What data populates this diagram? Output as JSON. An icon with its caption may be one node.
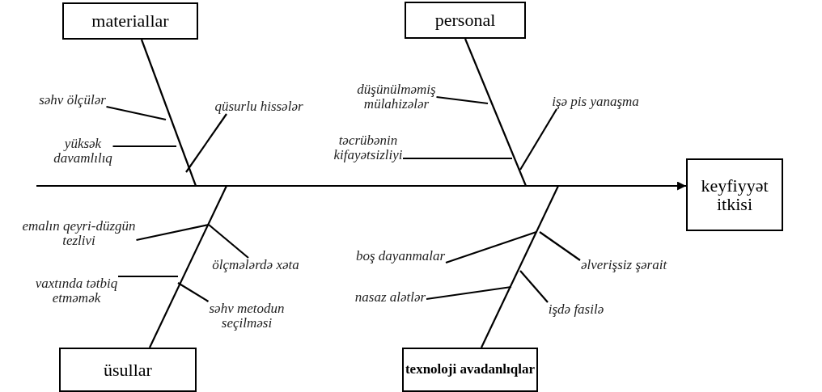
{
  "diagram": {
    "nodes": [
      {
        "text": [
          "materiallar"
        ]
      },
      {
        "text": [
          "personal"
        ]
      },
      {
        "text": [
          "keyfiyyət itkisi"
        ]
      },
      {
        "text": [
          "üsullar"
        ]
      },
      {
        "text": [
          "texnoloji avadanlıqlar"
        ]
      },
      {
        "text": [
          "səhv ölçülər"
        ]
      },
      {
        "text": [
          "yüksək davamlılıq"
        ]
      },
      {
        "text": [
          "qüsurlu hissələr"
        ]
      },
      {
        "text": [
          "düşünülməmiş mülahizələr"
        ]
      },
      {
        "text": [
          "təcrübənin kifayətsizliyi"
        ]
      },
      {
        "text": [
          "işə pis yanaşma"
        ]
      },
      {
        "text": [
          "emalın qeyri-düzgün tezlivi"
        ]
      },
      {
        "text": [
          "ölçmələrdə xəta"
        ]
      },
      {
        "text": [
          "vaxtında tətbiq etməmək"
        ]
      },
      {
        "text": [
          "səhv metodun seçilməsi"
        ]
      },
      {
        "text": [
          "boş dayanmalar"
        ]
      },
      {
        "text": [
          "əlverişsiz şərait"
        ]
      },
      {
        "text": [
          "nasaz alətlər"
        ]
      },
      {
        "text": [
          "işdə fasilə"
        ]
      }
    ],
    "edges": [
      {
        "from": null,
        "to": 2,
        "arrow": "to"
      },
      {
        "from": 0,
        "to": null,
        "arrow": "none"
      },
      {
        "from": 1,
        "to": null,
        "arrow": "none"
      },
      {
        "from": 3,
        "to": null,
        "arrow": "none"
      },
      {
        "from": 4,
        "to": null,
        "arrow": "none"
      },
      {
        "from": 5,
        "to": null,
        "arrow": "none"
      },
      {
        "from": 6,
        "to": null,
        "arrow": "none"
      },
      {
        "from": 7,
        "to": null,
        "arrow": "none"
      },
      {
        "from": 8,
        "to": null,
        "arrow": "none"
      },
      {
        "from": 9,
        "to": null,
        "arrow": "none"
      },
      {
        "from": 10,
        "to": null,
        "arrow": "none"
      },
      {
        "from": 11,
        "to": null,
        "arrow": "none"
      },
      {
        "from": 12,
        "to": null,
        "arrow": "none"
      },
      {
        "from": 13,
        "to": null,
        "arrow": "none"
      },
      {
        "from": 14,
        "to": null,
        "arrow": "none"
      },
      {
        "from": 15,
        "to": null,
        "arrow": "none"
      },
      {
        "from": 16,
        "to": null,
        "arrow": "none"
      },
      {
        "from": 17,
        "to": null,
        "arrow": "none"
      },
      {
        "from": 18,
        "to": null,
        "arrow": "none"
      }
    ]
  }
}
